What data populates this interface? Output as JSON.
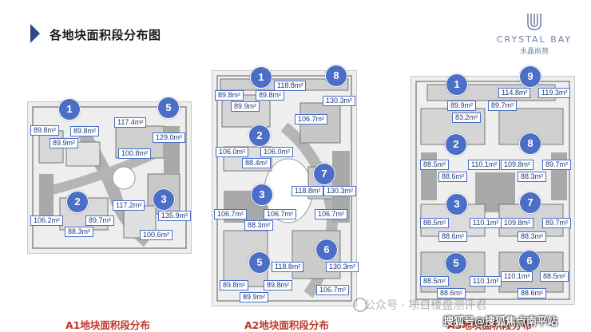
{
  "header": {
    "title": "各地块面积段分布图"
  },
  "logo": {
    "brand": "CRYSTAL BAY",
    "cn": "水晶尚苑"
  },
  "a1": {
    "caption": "A1地块面积段分布",
    "circles": [
      "1",
      "5",
      "2",
      "3"
    ],
    "tags": [
      "89.8m²",
      "89.8m²",
      "89.9m²",
      "117.4m²",
      "129.0m²",
      "100.8m²",
      "106.2m²",
      "89.7m²",
      "88.3m²",
      "117.2m²",
      "135.9m²",
      "100.6m²"
    ]
  },
  "a2": {
    "caption": "A2地块面积段分布",
    "circles": [
      "1",
      "8",
      "2",
      "7",
      "3",
      "5",
      "6"
    ],
    "tags": [
      "118.8m²",
      "89.8m²",
      "89.8m²",
      "130.3m²",
      "89.9m²",
      "106.7m²",
      "106.0m²",
      "106.0m²",
      "88.4m²",
      "118.8m²",
      "130.3m²",
      "106.7m²",
      "106.7m²",
      "106.7m²",
      "88.3m²",
      "118.8m²",
      "130.3m²",
      "89.8m²",
      "89.8m²",
      "106.7m²",
      "89.9m²"
    ]
  },
  "a3": {
    "caption": "A3地块面积段分布",
    "circles": [
      "1",
      "9",
      "2",
      "8",
      "3",
      "7",
      "5",
      "6"
    ],
    "tags": [
      "114.8m²",
      "119.3m²",
      "89.9m²",
      "89.7m²",
      "83.2m²",
      "88.5m²",
      "110.1m²",
      "109.8m²",
      "89.7m²",
      "88.6m²",
      "88.3m²",
      "88.5m²",
      "110.1m²",
      "109.8m²",
      "89.7m²",
      "88.6m²",
      "88.3m²",
      "88.5m²",
      "110.1m²",
      "110.1m²",
      "88.5m²",
      "88.6m²",
      "88.6m²"
    ]
  },
  "watermark": {
    "text": "公众号 · 项目楼盘测评君"
  },
  "source": "搜狐号@搜狐焦点南平站",
  "colors": {
    "accent": "#4b6fc6",
    "caption": "#c0392b",
    "chevron": "#2c4b86"
  }
}
